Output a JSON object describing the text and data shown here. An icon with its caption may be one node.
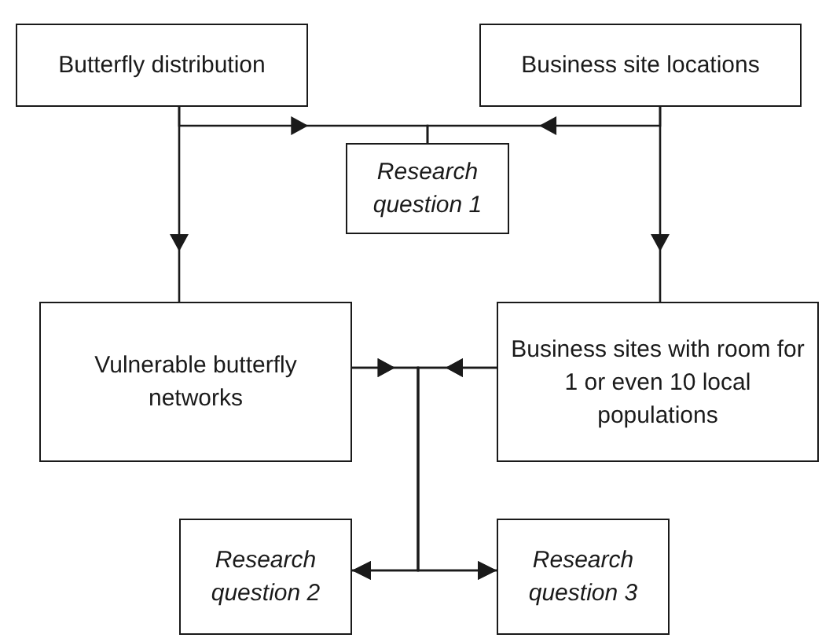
{
  "diagram": {
    "nodes": [
      {
        "text": [
          "Butterfly distribution"
        ]
      },
      {
        "text": [
          "Business site locations"
        ]
      },
      {
        "text": [
          "Research question 1"
        ]
      },
      {
        "text": [
          "Vulnerable butterfly networks"
        ]
      },
      {
        "text": [
          "Business sites with room for 1 or even 10 local populations"
        ]
      },
      {
        "text": [
          "Research question 2"
        ]
      },
      {
        "text": [
          "Research question 3"
        ]
      }
    ],
    "edges": [
      {
        "from": 0,
        "to": 2,
        "arrow": "to"
      },
      {
        "from": 1,
        "to": 2,
        "arrow": "to"
      },
      {
        "from": 0,
        "to": 3,
        "arrow": "to"
      },
      {
        "from": 1,
        "to": 4,
        "arrow": "to"
      },
      {
        "from": 3,
        "to": 5,
        "arrow": "to"
      },
      {
        "from": 3,
        "to": 6,
        "arrow": "to"
      },
      {
        "from": 4,
        "to": 5,
        "arrow": "to"
      },
      {
        "from": 4,
        "to": 6,
        "arrow": "to"
      }
    ]
  }
}
